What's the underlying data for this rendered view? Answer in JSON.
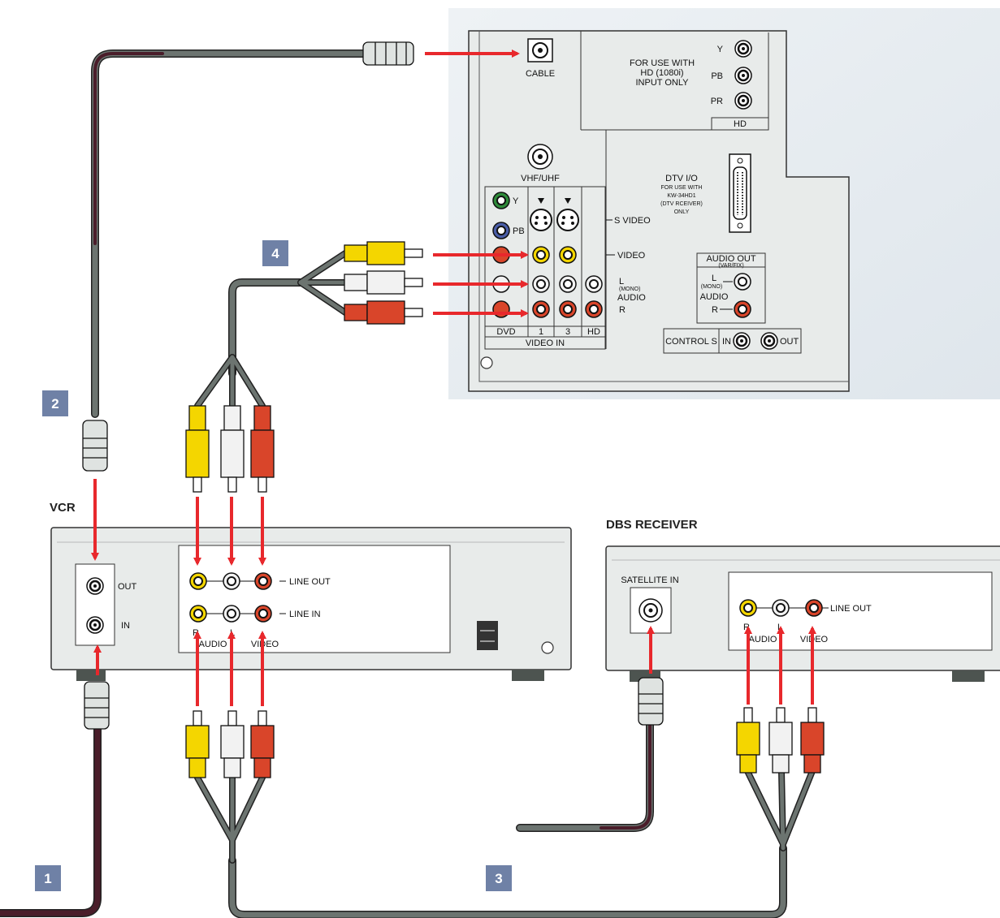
{
  "devices": {
    "vcr": "VCR",
    "dbs": "DBS RECEIVER"
  },
  "steps": [
    "1",
    "2",
    "3",
    "4"
  ],
  "tv_panel": {
    "cable": "CABLE",
    "hd_note": [
      "FOR USE WITH",
      "HD (1080i)",
      "INPUT ONLY"
    ],
    "hd_y": "Y",
    "hd_pb": "PB",
    "hd_pr": "PR",
    "hd": "HD",
    "vhf_uhf": "VHF/UHF",
    "comp_y": "Y",
    "comp_pb": "PB",
    "s_video": "S VIDEO",
    "video": "VIDEO",
    "l": "L",
    "mono": "(MONO)",
    "audio": "AUDIO",
    "r": "R",
    "dtv_title": "DTV I/O",
    "dtv_note": [
      "FOR USE WITH",
      "KW-34HD1",
      "(DTV RCEIVER)",
      "ONLY"
    ],
    "audio_out": "AUDIO OUT",
    "var_fix": "(VAR/FIX)",
    "ao_l": "L",
    "ao_mono": "(MONO)",
    "ao_audio": "AUDIO",
    "ao_r": "R",
    "control_s": "CONTROL S",
    "ctrl_in": "IN",
    "ctrl_out": "OUT",
    "col_dvd": "DVD",
    "col_1": "1",
    "col_3": "3",
    "col_hd": "HD",
    "video_in": "VIDEO IN"
  },
  "vcr_panel": {
    "out": "OUT",
    "in": "IN",
    "line_out": "LINE OUT",
    "line_in": "LINE IN",
    "r": "R",
    "l": "L",
    "audio": "AUDIO",
    "video": "VIDEO"
  },
  "dbs_panel": {
    "satellite_in": "SATELLITE IN",
    "line_out": "LINE OUT",
    "r": "R",
    "l": "L",
    "audio": "AUDIO",
    "video": "VIDEO"
  },
  "colors": {
    "arrow": "#e8282c",
    "cable_gray": "#6c7470",
    "cable_dark": "#4a1d2a",
    "yellow": "#f4d600",
    "red": "#d9452a",
    "white": "#f2f2f2",
    "green": "#2e8b3a",
    "blue": "#4a5ea8",
    "panel": "#e8ebea",
    "step_box": "#6f81a6"
  }
}
